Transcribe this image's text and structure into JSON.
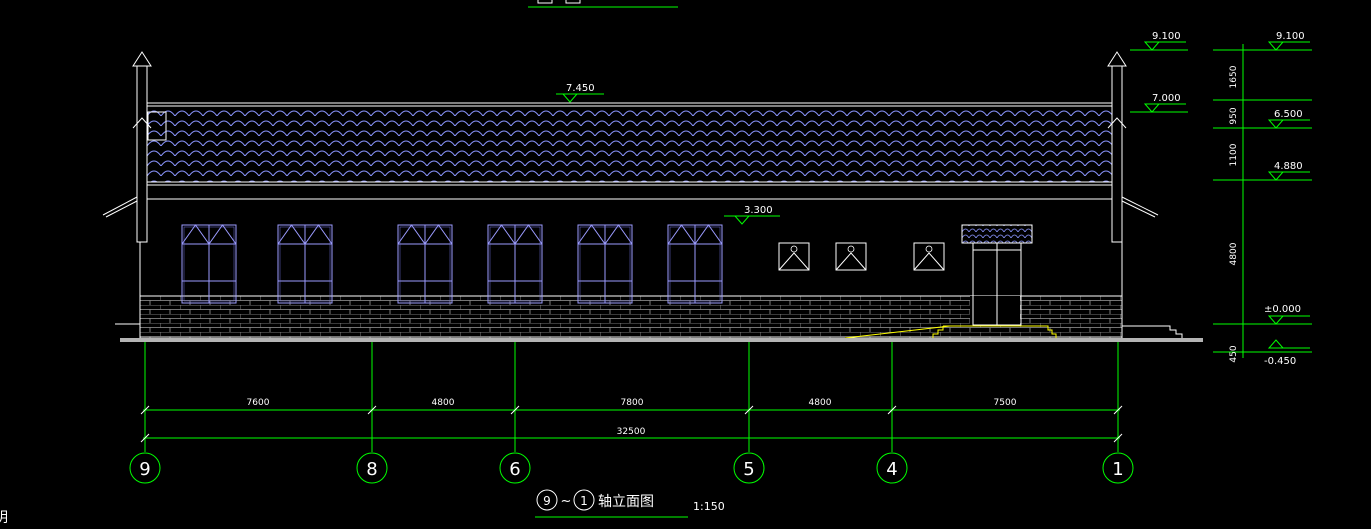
{
  "drawing": {
    "title": "轴立面图",
    "title_start_axis": "9",
    "title_end_axis": "1",
    "scale": "1:150",
    "edge_text": "明"
  },
  "elevation_marks": [
    {
      "label": "9.100"
    },
    {
      "label": "7.000"
    },
    {
      "label": "9.100"
    },
    {
      "label": "6.500"
    },
    {
      "label": "4.880"
    },
    {
      "label": "±0.000"
    },
    {
      "label": "-0.450"
    },
    {
      "label": "7.450"
    },
    {
      "label": "3.300"
    }
  ],
  "vertical_dimensions": [
    "1650",
    "950",
    "1100",
    "4800",
    "450"
  ],
  "horizontal_dimensions": [
    "7600",
    "4800",
    "7800",
    "4800",
    "7500"
  ],
  "total_dimension": "32500",
  "axes": [
    "9",
    "8",
    "6",
    "5",
    "4",
    "1"
  ],
  "colors": {
    "background": "#000000",
    "linework": "#ffffff",
    "dimension": "#00ff00",
    "roof_tile": "#8c96ff",
    "window": "#9b9bff",
    "ground": "#b4b4b4",
    "ramp": "#ffff00"
  }
}
